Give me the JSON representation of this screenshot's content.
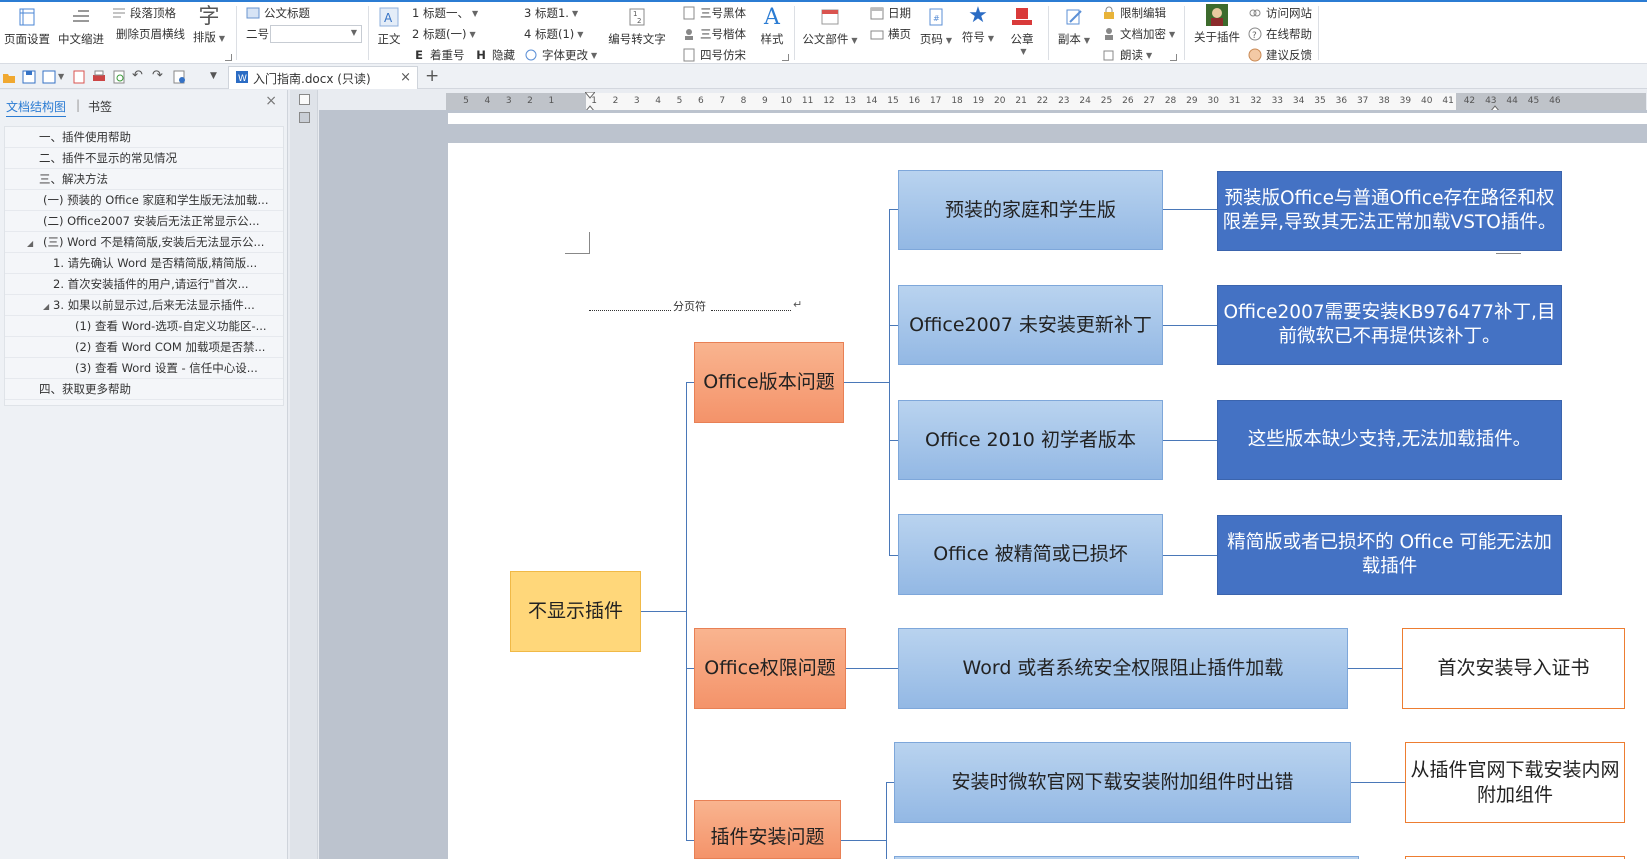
{
  "ribbon": {
    "page_setup": "页面设置",
    "cn_indent": "中文缩进",
    "para_top": "段落顶格",
    "del_header_line": "删除页眉横线",
    "typeset": "排版",
    "official_title": "公文标题",
    "font_size_value": "二号",
    "body_text": "正文",
    "h1": "1 标题一、",
    "h2": "2 标题(一)",
    "h3": "3 标题1.",
    "h4": "4 标题(1)",
    "emphasis": "着重号",
    "hide": "隐藏",
    "font_change": "字体更改",
    "num_to_text": "编号转文字",
    "font_heiti": "三号黑体",
    "font_kaiti": "三号楷体",
    "font_fangsong": "四号仿宋",
    "style": "样式",
    "doc_parts": "公文部件",
    "date": "日期",
    "landscape": "横页",
    "page_num": "页码",
    "symbol": "符号",
    "seal": "公章",
    "copy": "副本",
    "restrict_edit": "限制编辑",
    "doc_encrypt": "文档加密",
    "read_aloud": "朗读",
    "about_plugin": "关于插件",
    "visit_site": "访问网站",
    "online_help": "在线帮助",
    "feedback": "建议反馈"
  },
  "tabs": {
    "doc_title": "入门指南.docx (只读)"
  },
  "leftpane": {
    "tab_docmap": "文档结构图",
    "tab_sep": "|",
    "tab_bookmark": "书签",
    "outline": [
      "一、插件使用帮助",
      "二、插件不显示的常见情况",
      "三、解决方法",
      "(一) 预装的 Office 家庭和学生版无法加载...",
      "(二) Office2007 安装后无法正常显示公...",
      "(三) Word 不是精简版,安装后无法显示公...",
      "1. 请先确认 Word 是否精简版,精简版...",
      "2. 首次安装插件的用户,请运行\"首次...",
      "3. 如果以前显示过,后来无法显示插件...",
      "(1) 查看 Word-选项-自定义功能区-...",
      "(2) 查看 Word COM 加载项是否禁...",
      "(3) 查看 Word 设置 - 信任中心设...",
      "四、获取更多帮助"
    ]
  },
  "ruler_numbers": [
    "5",
    "4",
    "3",
    "2",
    "1",
    "",
    "1",
    "2",
    "3",
    "4",
    "5",
    "6",
    "7",
    "8",
    "9",
    "10",
    "11",
    "12",
    "13",
    "14",
    "15",
    "16",
    "17",
    "18",
    "19",
    "20",
    "21",
    "22",
    "23",
    "24",
    "25",
    "26",
    "27",
    "28",
    "29",
    "30",
    "31",
    "32",
    "33",
    "34",
    "35",
    "36",
    "37",
    "38",
    "39",
    "40",
    "41",
    "42",
    "43",
    "44",
    "45",
    "46"
  ],
  "document": {
    "page_break_label": "分页符",
    "return_mark": "↵"
  },
  "mindmap": {
    "root": "不显示插件",
    "cat_version": "Office版本问题",
    "cat_permission": "Office权限问题",
    "cat_install": "插件安装问题",
    "sub_preinstalled": "预装的家庭和学生版",
    "sub_2007": "Office2007 未安装更新补丁",
    "sub_2010": "Office 2010 初学者版本",
    "sub_stripped": "Office 被精简或已损坏",
    "desc_preinstalled": "预装版Office与普通Office存在路径和权限差异,导致其无法正常加载VSTO插件。",
    "desc_2007": "Office2007需要安装KB976477补丁,目前微软已不再提供该补丁。",
    "desc_2010": "这些版本缺少支持,无法加载插件。",
    "desc_stripped": "精简版或者已损坏的 Office 可能无法加载插件",
    "sub_security": "Word 或者系统安全权限阻止插件加载",
    "sol_cert": "首次安装导入证书",
    "sub_download_err": "安装时微软官网下载安装附加组件时出错",
    "sol_intranet": "从插件官网下载安装内网附加组件"
  },
  "colors": {
    "accent": "#2b7cd3",
    "root_fill": "#ffd77a",
    "category_fill": "#f4936a",
    "sub_fill": "#93b8e4",
    "desc_fill": "#4472c4",
    "solution_border": "#ed7d31"
  }
}
